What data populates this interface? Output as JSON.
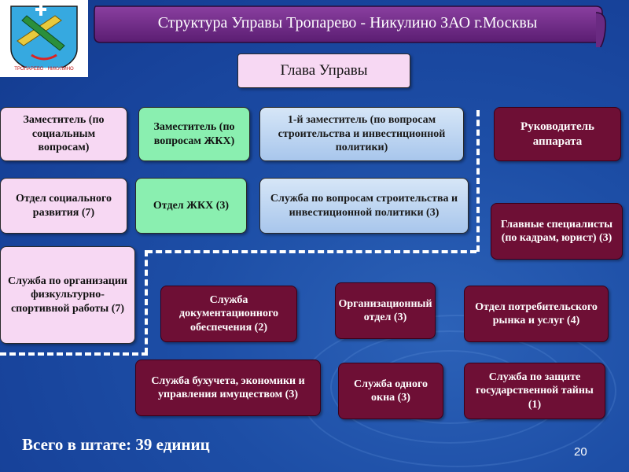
{
  "header": {
    "title": "Структура  Управы Тропарево - Никулино ЗАО г.Москвы",
    "logo_caption": "ТРОПАРЕВО · НИКУЛИНО"
  },
  "org": {
    "head": "Глава Управы",
    "deputy_social": "Заместитель (по социальным вопросам)",
    "deputy_housing": "Заместитель (по вопросам ЖКХ)",
    "first_deputy": "1-й заместитель (по вопросам строительства и инвестиционной политики)",
    "chief_of_staff": "Руководитель аппарата",
    "dept_social": "Отдел социального развития (7)",
    "dept_housing": "Отдел ЖКХ (3)",
    "service_construction": "Служба по вопросам строительства и инвестиционной политики (3)",
    "chief_specialists": "Главные специалисты (по кадрам, юрист) (3)",
    "service_sport": "Служба по организации физкультурно-спортивной работы (7)",
    "service_docs": "Служба документационного обеспечения (2)",
    "dept_org": "Организационный отдел (3)",
    "dept_consumer": "Отдел потребительского рынка и услуг (4)",
    "service_accounting": "Служба бухучета, экономики и управления имуществом (3)",
    "service_one_window": "Служба одного окна (3)",
    "service_secrecy": "Служба по защите государственной тайны (1)"
  },
  "footer": {
    "total": "Всего в штате: 39 единиц",
    "page_number": "20"
  }
}
